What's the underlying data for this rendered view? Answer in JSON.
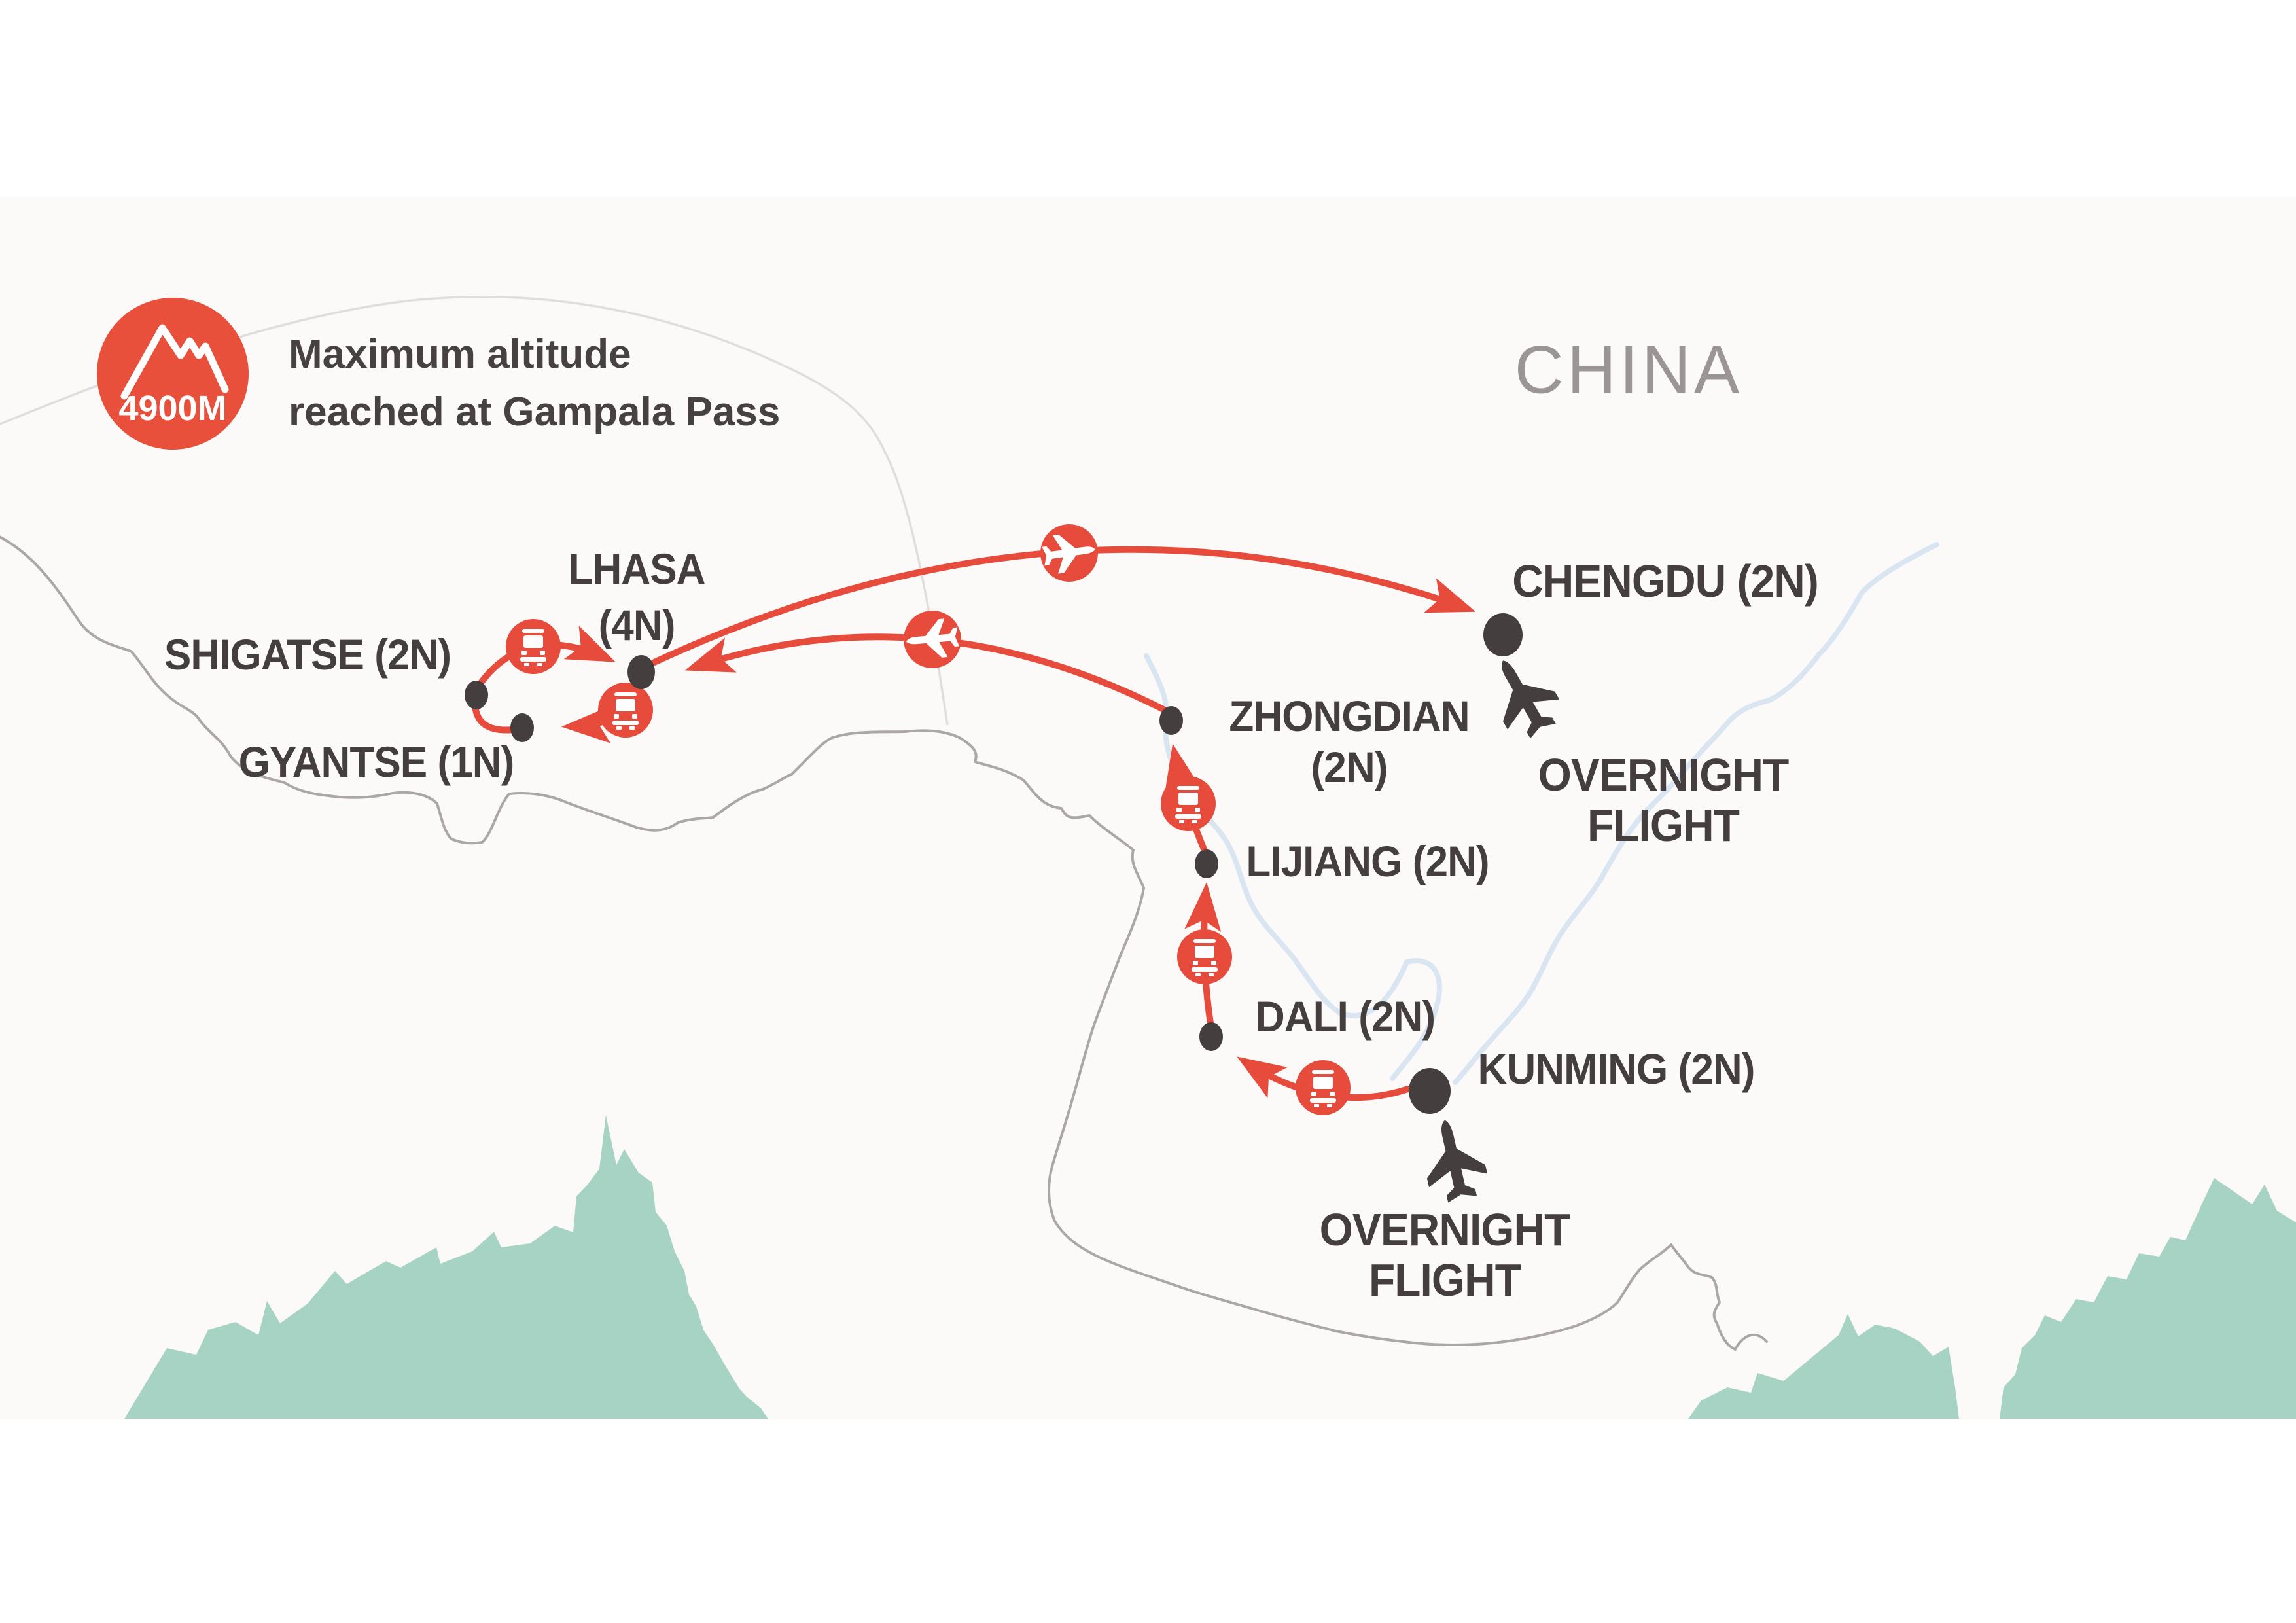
{
  "map": {
    "region_label": "CHINA",
    "badge": {
      "altitude": "4900M",
      "description_line1": "Maximum altitude",
      "description_line2": "reached at Gampala Pass",
      "icon": "mountain-icon",
      "color": "#E8503C"
    },
    "cities": [
      {
        "id": "lhasa",
        "line1": "LHASA",
        "line2": "(4N)"
      },
      {
        "id": "shigatse",
        "line1": "SHIGATSE (2N)"
      },
      {
        "id": "gyantse",
        "line1": "GYANTSE (1N)"
      },
      {
        "id": "chengdu",
        "line1": "CHENGDU (2N)"
      },
      {
        "id": "zhongdian",
        "line1": "ZHONGDIAN",
        "line2": "(2N)"
      },
      {
        "id": "lijiang",
        "line1": "LIJIANG (2N)"
      },
      {
        "id": "dali",
        "line1": "DALI (2N)"
      },
      {
        "id": "kunming",
        "line1": "KUNMING (2N)"
      }
    ],
    "flight_notes": [
      {
        "id": "overnight-chengdu",
        "line1": "OVERNIGHT",
        "line2": "FLIGHT"
      },
      {
        "id": "overnight-kunming",
        "line1": "OVERNIGHT",
        "line2": "FLIGHT"
      }
    ],
    "icons": {
      "bus": "bus-icon",
      "plane_route": "plane-icon",
      "plane_overnight": "plane-icon",
      "city": "city-dot"
    },
    "colors": {
      "route_red": "#E74B3C",
      "badge_red": "#E8503C",
      "ink_dark": "#453E3E",
      "region_gray": "#9C9595",
      "border_gray": "#ACA6A6",
      "river_blue": "#D9E6F2",
      "land_teal": "#A7D3C4",
      "map_background": "#FBFAF9"
    }
  }
}
